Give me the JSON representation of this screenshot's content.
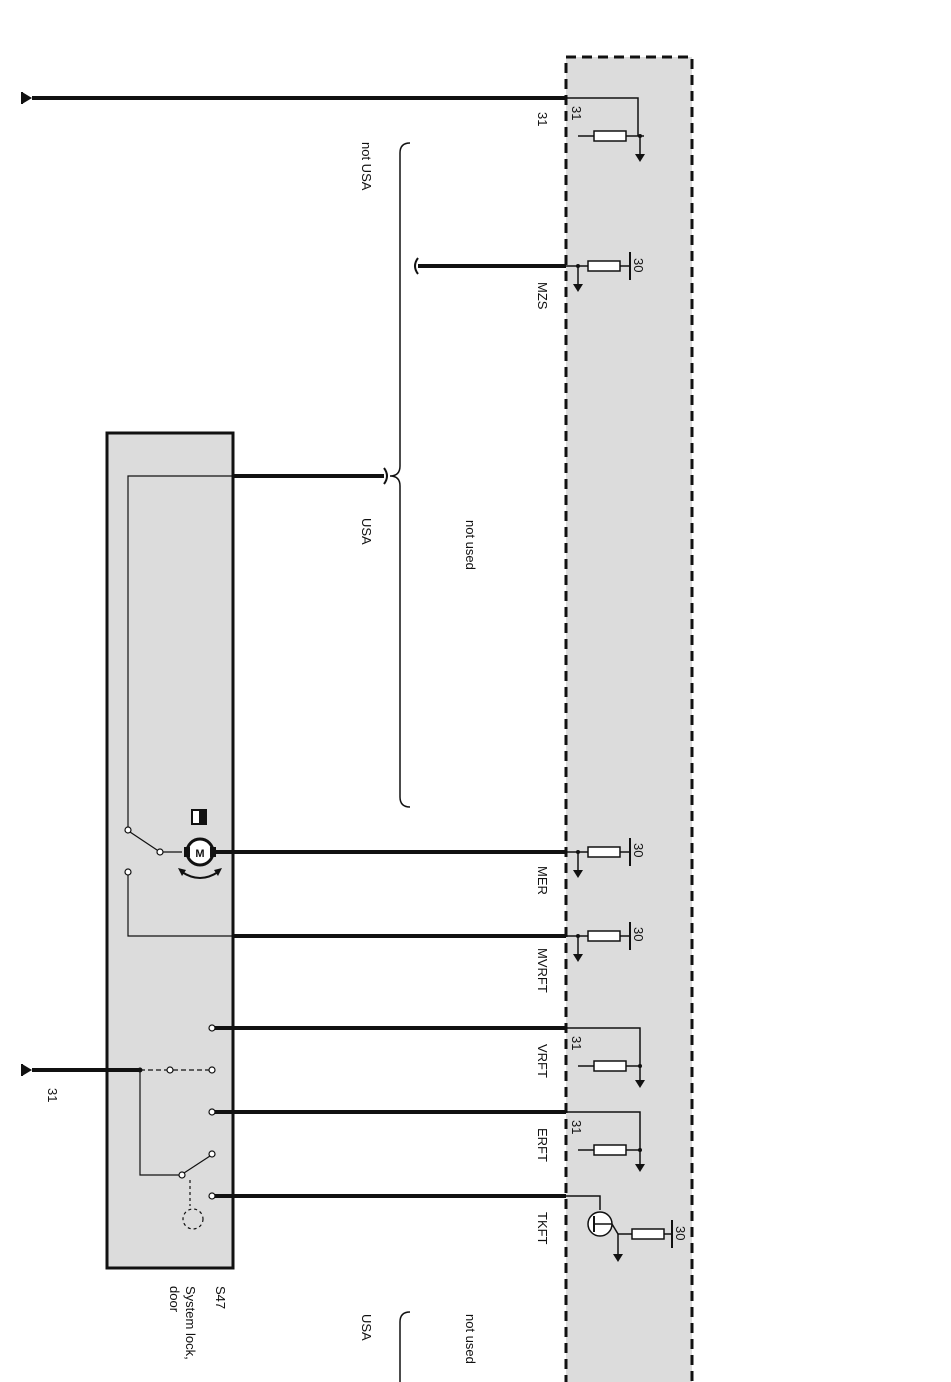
{
  "labels": {
    "gnd_31": "31",
    "not_usa": "not USA",
    "usa": "USA",
    "not_used": "not used",
    "usa_bottom": "USA",
    "not_used_bottom": "not used",
    "mzs": "MZS",
    "mer": "MER",
    "mvrft": "MVRFT",
    "vrft": "VRFT",
    "erft": "ERFT",
    "tkft": "TKFT",
    "gnd_31_left": "31",
    "s47_code": "S47",
    "s47_name": "System lock,",
    "s47_name2": "door",
    "term_31_a": "31",
    "term_30_mzs": "30",
    "term_30_mer": "30",
    "term_30_mvrft": "30",
    "term_31_vrft": "31",
    "term_31_erft": "31",
    "term_30_tkft": "30"
  },
  "colors": {
    "module_fill": "#dcdcdc",
    "wire": "#111111"
  }
}
